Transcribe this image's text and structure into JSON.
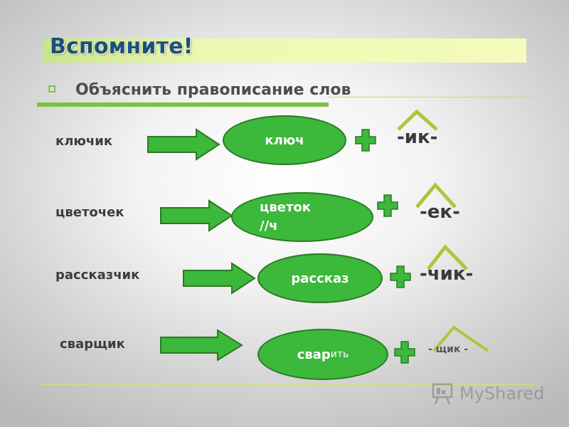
{
  "slide": {
    "title": "Вспомните!",
    "subtitle": "Объяснить правописание слов"
  },
  "rows": [
    {
      "word": "ключик",
      "root": "ключ",
      "root_rest": "",
      "suffix": "-ик-"
    },
    {
      "word": "цветочек",
      "root": "цветок\n//ч",
      "root_rest": "",
      "suffix": "-ек-"
    },
    {
      "word": "рассказчик",
      "root": "рассказ",
      "root_rest": "",
      "suffix": "-чик-"
    },
    {
      "word": "сварщик",
      "root": "свар",
      "root_rest": "ить",
      "suffix": "- щик -"
    }
  ],
  "watermark": {
    "text": "MyShared",
    "icon": "presentation-board-icon"
  },
  "colors": {
    "accent_green": "#3cb83b",
    "title_color": "#1f4e79",
    "band_color": "#eef8b2"
  }
}
